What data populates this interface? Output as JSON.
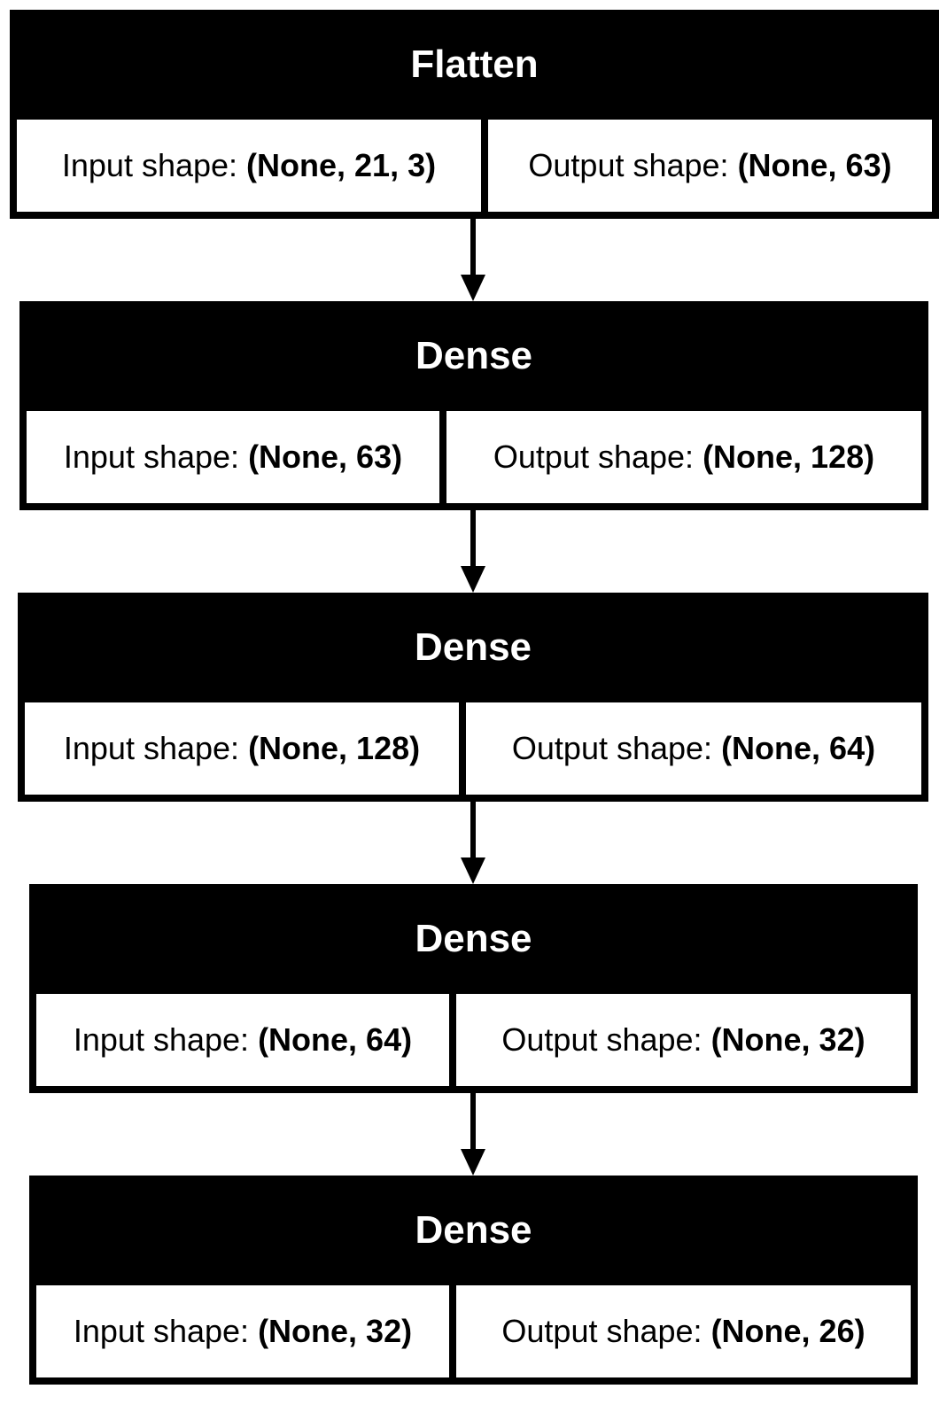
{
  "layers": [
    {
      "name": "Flatten",
      "input_label": "Input shape:",
      "input_value": "(None, 21, 3)",
      "output_label": "Output shape:",
      "output_value": "(None, 63)"
    },
    {
      "name": "Dense",
      "input_label": "Input shape:",
      "input_value": "(None, 63)",
      "output_label": "Output shape:",
      "output_value": "(None, 128)"
    },
    {
      "name": "Dense",
      "input_label": "Input shape:",
      "input_value": "(None, 128)",
      "output_label": "Output shape:",
      "output_value": "(None, 64)"
    },
    {
      "name": "Dense",
      "input_label": "Input shape:",
      "input_value": "(None, 64)",
      "output_label": "Output shape:",
      "output_value": "(None, 32)"
    },
    {
      "name": "Dense",
      "input_label": "Input shape:",
      "input_value": "(None, 32)",
      "output_label": "Output shape:",
      "output_value": "(None, 26)"
    }
  ]
}
